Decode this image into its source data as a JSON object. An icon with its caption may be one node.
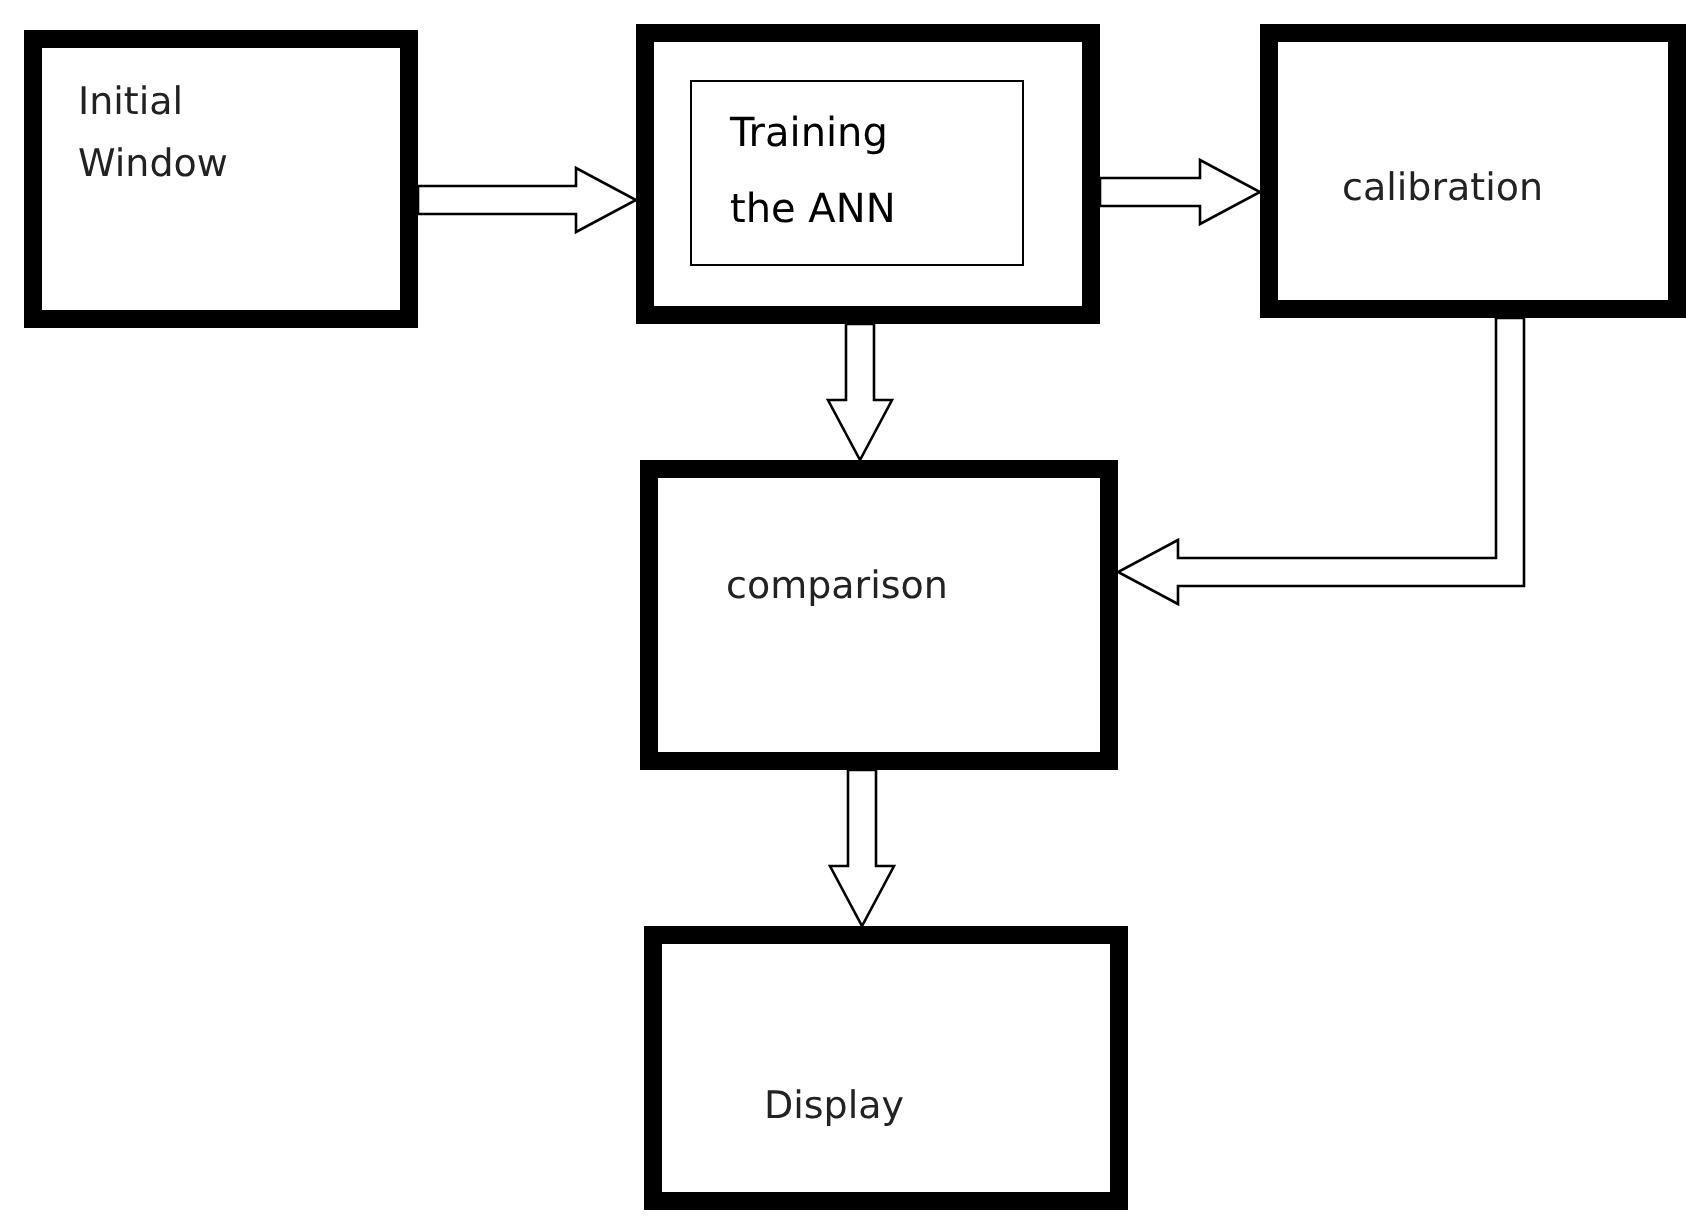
{
  "diagram": {
    "nodes": [
      {
        "text": [
          "Initial Window"
        ]
      },
      {
        "text": [],
        "shape": "box"
      },
      {
        "text": [
          "Training the ANN"
        ],
        "in": 1
      },
      {
        "text": [
          "calibration"
        ]
      },
      {
        "text": [
          "comparison"
        ]
      },
      {
        "text": [
          "Display"
        ]
      }
    ],
    "edges": [
      {
        "from": 0,
        "to": 1,
        "arrow": "to"
      },
      {
        "from": 1,
        "to": 3,
        "arrow": "to"
      },
      {
        "from": 1,
        "to": 4,
        "arrow": "to"
      },
      {
        "from": 3,
        "to": 4,
        "arrow": "to"
      },
      {
        "from": 4,
        "to": 5,
        "arrow": "to"
      }
    ]
  }
}
